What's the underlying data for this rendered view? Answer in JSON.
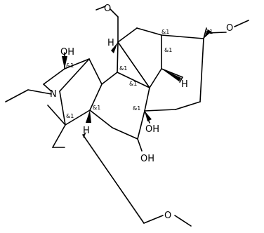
{
  "atom_labels": {
    "oh_top": "OH",
    "nitrogen": "N",
    "oh_mid": "OH",
    "oh_low": "OH",
    "h_top": "H",
    "h_right": "H",
    "h_left": "H",
    "o_top": "O",
    "o_right": "O",
    "o_bottom": "O"
  },
  "stereo_label": "&1",
  "bond_color": "#000000"
}
